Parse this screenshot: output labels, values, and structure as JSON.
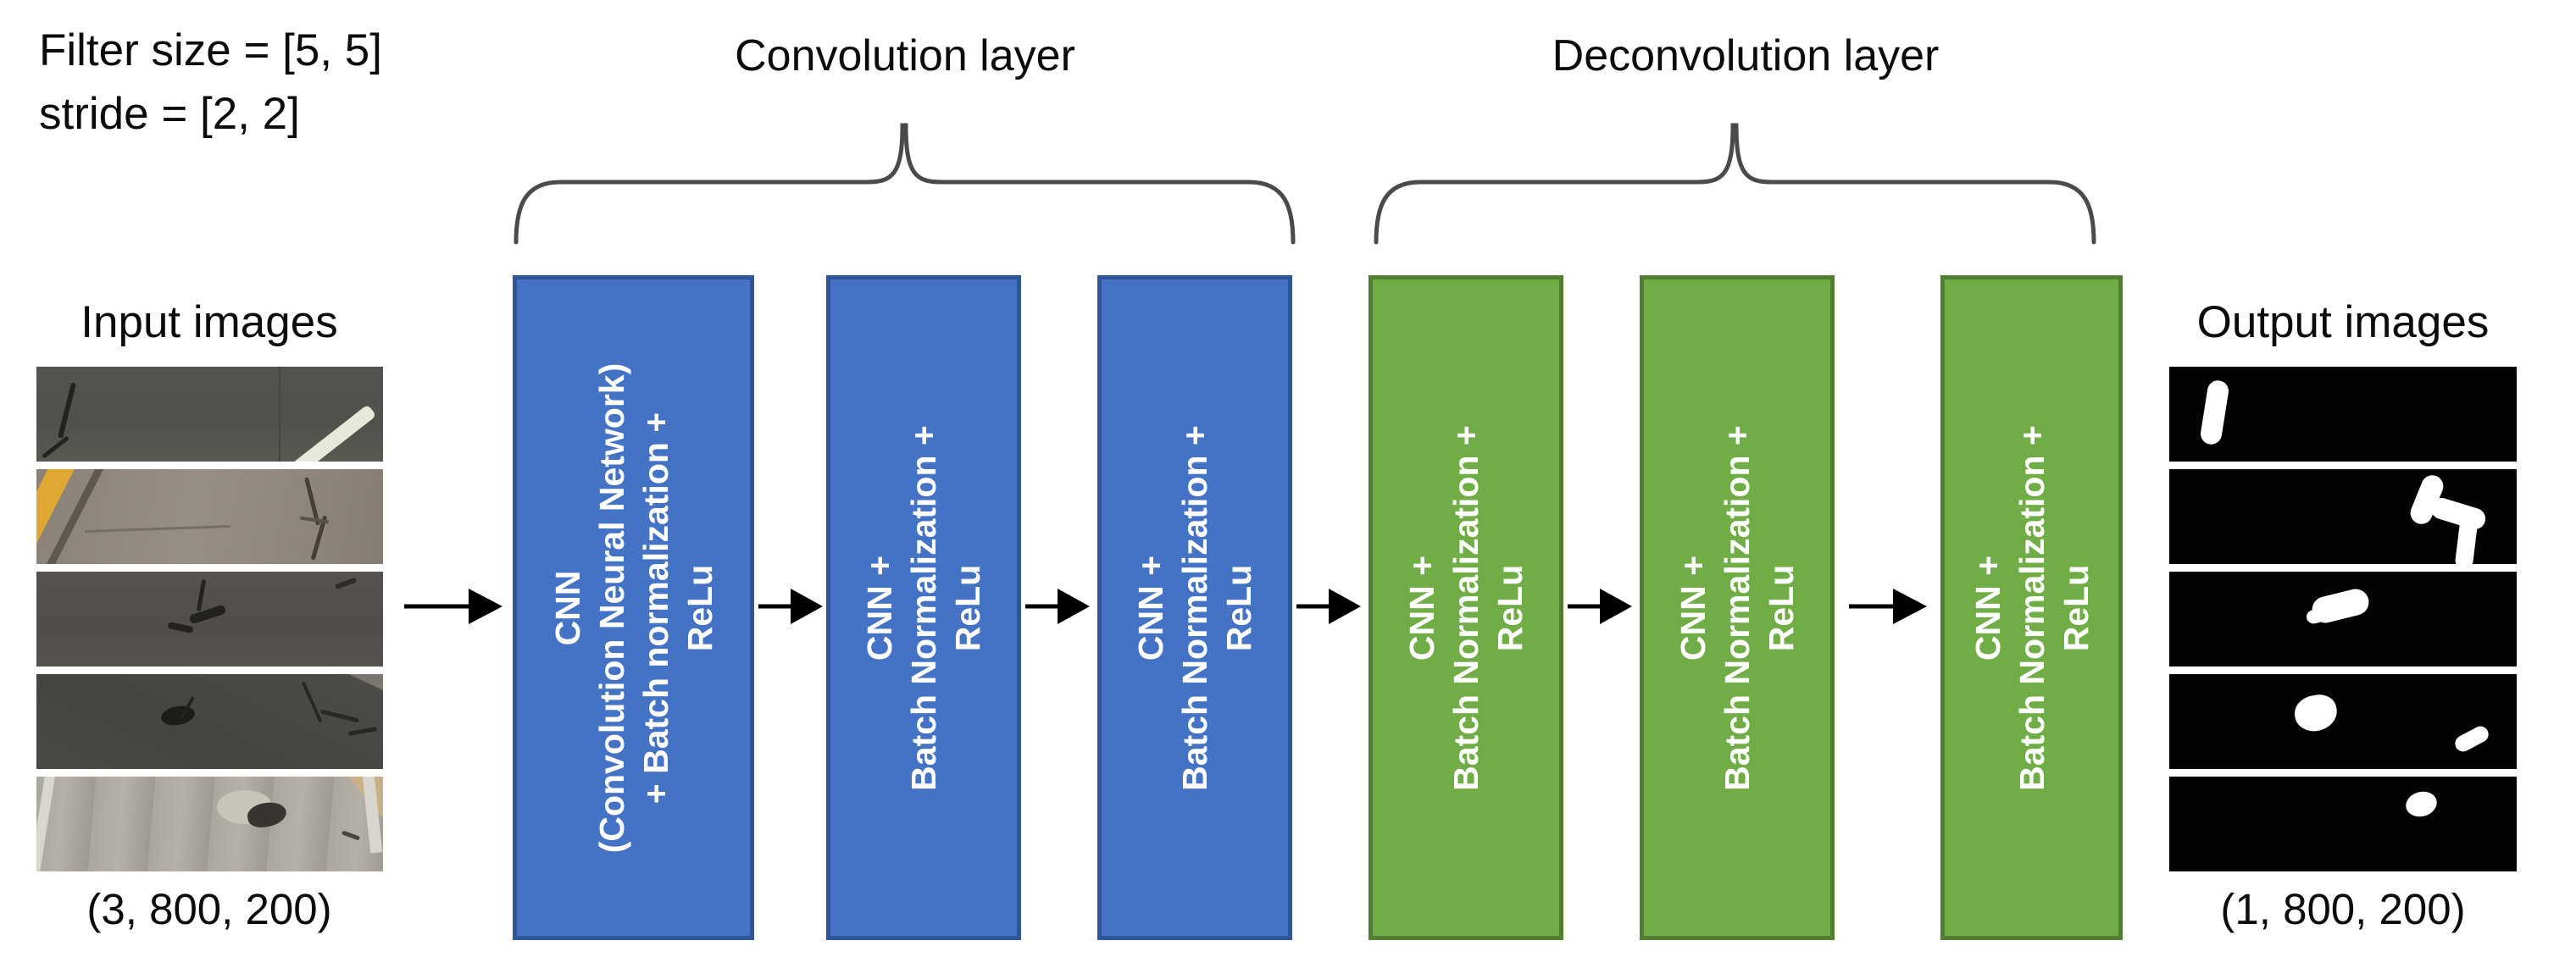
{
  "annotations": {
    "filter_size": "Filter size = [5, 5]",
    "stride": "stride = [2, 2]"
  },
  "sections": {
    "convolution": {
      "label": "Convolution layer"
    },
    "deconvolution": {
      "label": "Deconvolution layer"
    }
  },
  "input_column": {
    "title": "Input images",
    "shape_label": "(3, 800, 200)",
    "photos": [
      {
        "description": "dark asphalt, small crack at left, white lane marking at right"
      },
      {
        "description": "brown asphalt, yellow edge line at top-left, branched crack at right"
      },
      {
        "description": "gray asphalt with crack in the center"
      },
      {
        "description": "dark asphalt with pothole blob and crack network at right"
      },
      {
        "description": "light pavement with dark pothole and lane stripes"
      }
    ]
  },
  "output_column": {
    "title": "Output images",
    "shape_label": "(1, 800, 200)",
    "masks": [
      {
        "description": "white elongated blob near left edge"
      },
      {
        "description": "white branched crack shape at right"
      },
      {
        "description": "white horizontal blob at center"
      },
      {
        "description": "white blob left of center and small blob at right"
      },
      {
        "description": "small white dot right of center"
      }
    ]
  },
  "pipeline": {
    "boxes": [
      {
        "name": "conv-block-1",
        "group": "convolution",
        "lines": [
          "CNN",
          "(Convolution Neural Network)",
          "+ Batch normalization +",
          "ReLu"
        ]
      },
      {
        "name": "conv-block-2",
        "group": "convolution",
        "lines": [
          "CNN +",
          "Batch Normalization +",
          "ReLu"
        ]
      },
      {
        "name": "conv-block-3",
        "group": "convolution",
        "lines": [
          "CNN +",
          "Batch Normalization +",
          "ReLu"
        ]
      },
      {
        "name": "deconv-block-1",
        "group": "deconvolution",
        "lines": [
          "CNN +",
          "Batch Normalization +",
          "ReLu"
        ]
      },
      {
        "name": "deconv-block-2",
        "group": "deconvolution",
        "lines": [
          "CNN +",
          "Batch Normalization +",
          "ReLu"
        ]
      },
      {
        "name": "deconv-block-3",
        "group": "deconvolution",
        "lines": [
          "CNN +",
          "Batch Normalization +",
          "ReLu"
        ]
      }
    ]
  },
  "colors": {
    "convolution_fill": "#4472C4",
    "convolution_border": "#2E5597",
    "deconvolution_fill": "#70AD47",
    "deconvolution_border": "#507E32",
    "box_text": "#FFFFFF",
    "arrow": "#000000",
    "brace": "#4A4A4A",
    "label_text": "#0B0B0B"
  }
}
